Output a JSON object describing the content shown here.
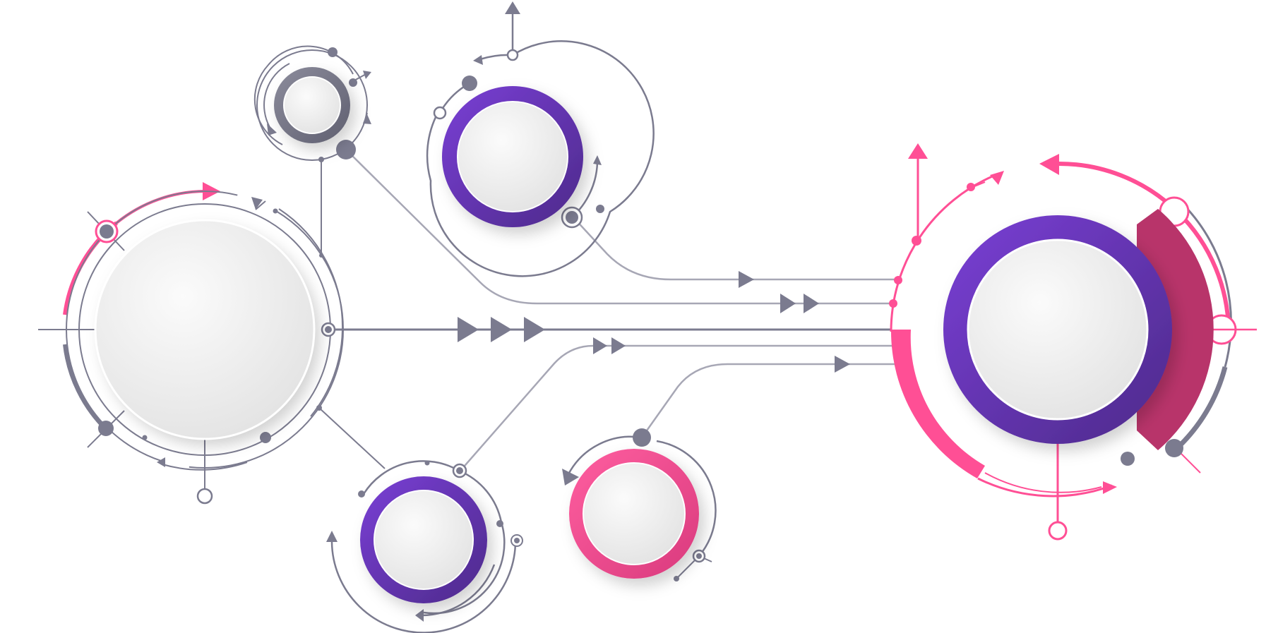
{
  "colors": {
    "background": "#ffffff",
    "line_gray": "#7b7b8f",
    "line_light": "#a7a7b5",
    "purple": "#6a33c6",
    "purple_dark": "#4f2a8e",
    "pink": "#ff4f95",
    "pink_dark": "#b8346a",
    "disc_light": "#f6f6f6",
    "disc_mid": "#e7e7e7"
  },
  "nodes": [
    {
      "name": "node-left-large",
      "ring": "white",
      "icon": "empty-circle"
    },
    {
      "name": "node-top-small",
      "ring": "gray",
      "icon": "empty-circle"
    },
    {
      "name": "node-top-purple",
      "ring": "purple",
      "icon": "empty-circle"
    },
    {
      "name": "node-bottom-purple",
      "ring": "purple",
      "icon": "empty-circle"
    },
    {
      "name": "node-bottom-pink",
      "ring": "pink",
      "icon": "empty-circle"
    },
    {
      "name": "node-right-large",
      "ring": "purple-pink",
      "icon": "empty-circle"
    }
  ],
  "connectors": [
    {
      "name": "connector-main-horizontal",
      "arrows": 3
    },
    {
      "name": "connector-top-diagonal",
      "arrows": 2
    },
    {
      "name": "connector-top-purple",
      "arrows": 1
    },
    {
      "name": "connector-bottom-purple",
      "arrows": 2
    },
    {
      "name": "connector-bottom-pink",
      "arrows": 1
    }
  ]
}
